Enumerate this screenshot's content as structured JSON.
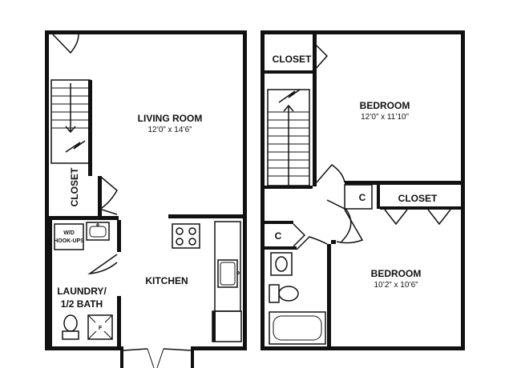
{
  "first_floor": {
    "living_room": {
      "name": "LIVING ROOM",
      "dims": "12’0” x 14’6”"
    },
    "closet": "CLOSET",
    "kitchen": "KITCHEN",
    "laundry_line1": "LAUNDRY/",
    "laundry_line2": "1/2 BATH",
    "wd_line1": "W/D",
    "wd_line2": "HOOK-UPS",
    "floor_drain": "F"
  },
  "second_floor": {
    "closet_top": "CLOSET",
    "bedroom1": {
      "name": "BEDROOM",
      "dims": "12’0” x 11’10”"
    },
    "closet_c1": "C",
    "closet_right": "CLOSET",
    "closet_c2": "C",
    "bedroom2": {
      "name": "BEDROOM",
      "dims": "10’2” x 10’6”"
    }
  }
}
